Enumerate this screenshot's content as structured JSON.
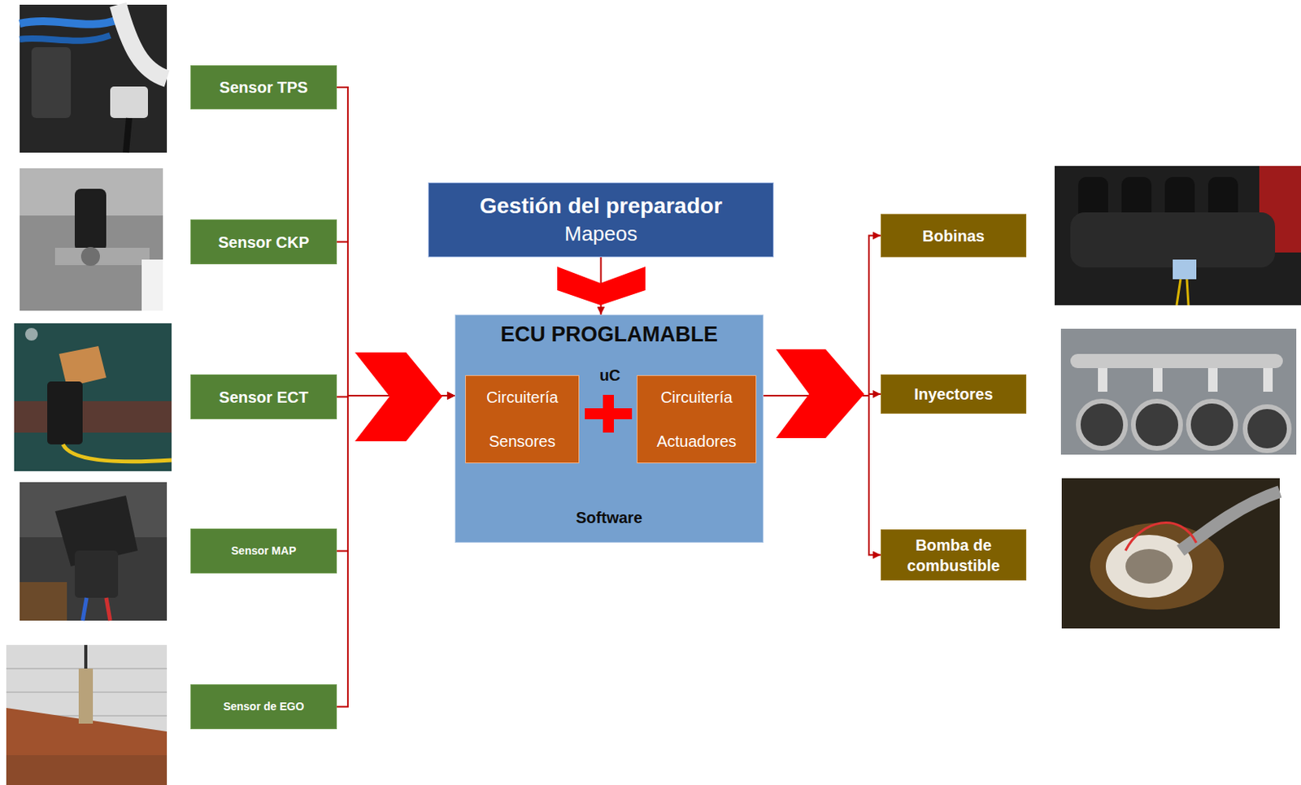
{
  "diagram": {
    "nodes": [
      {
        "text": [
          "Sensor TPS"
        ]
      },
      {
        "text": [
          "Sensor CKP"
        ]
      },
      {
        "text": [
          "Sensor ECT"
        ]
      },
      {
        "text": [
          "Sensor MAP"
        ]
      },
      {
        "text": [
          "Sensor de EGO"
        ]
      },
      {
        "text": [
          "Gestión del preparador",
          "Mapeos"
        ]
      },
      {
        "text": [
          "ECU PROGLAMABLE",
          "uC",
          "Software"
        ]
      },
      {
        "text": [
          "Circuitería Sensores"
        ],
        "in": 6
      },
      {
        "text": [
          "Circuitería Actuadores"
        ],
        "in": 6
      },
      {
        "text": [
          "Bobinas"
        ]
      },
      {
        "text": [
          "Inyectores"
        ]
      },
      {
        "text": [
          "Bomba de combustible"
        ]
      }
    ],
    "edges": [
      {
        "from": 0,
        "to": 6,
        "arrow": "to"
      },
      {
        "from": 1,
        "to": 6,
        "arrow": "to"
      },
      {
        "from": 2,
        "to": 6,
        "arrow": "to"
      },
      {
        "from": 3,
        "to": 6,
        "arrow": "to"
      },
      {
        "from": 4,
        "to": 6,
        "arrow": "to"
      },
      {
        "from": 5,
        "to": 6,
        "arrow": "to"
      },
      {
        "from": 6,
        "to": 9,
        "arrow": "to"
      },
      {
        "from": 6,
        "to": 10,
        "arrow": "to"
      },
      {
        "from": 6,
        "to": 11,
        "arrow": "to"
      }
    ]
  }
}
